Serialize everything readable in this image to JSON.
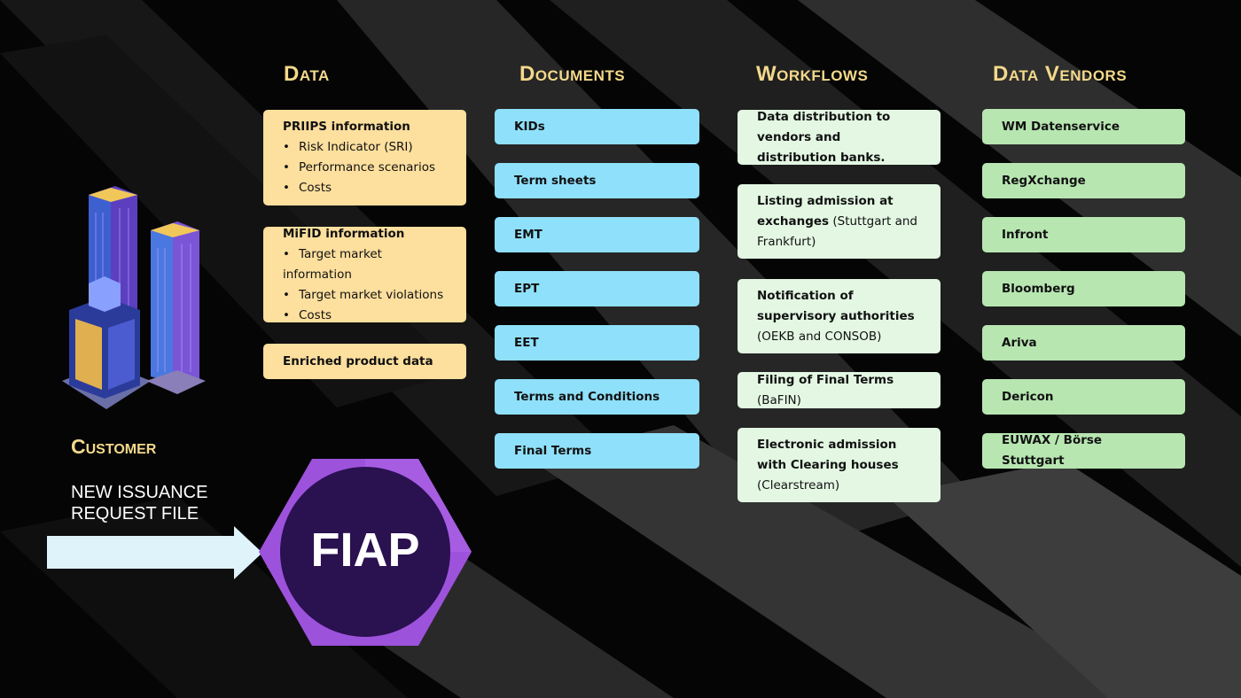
{
  "headers": {
    "data": "Data",
    "documents": "Documents",
    "workflows": "Workflows",
    "vendors": "Data Vendors"
  },
  "data": {
    "priips": {
      "title": "PRIIPS information",
      "items": [
        "Risk Indicator (SRI)",
        "Performance scenarios",
        "Costs"
      ]
    },
    "mifid": {
      "title": "MiFID information",
      "items": [
        "Target market information",
        "Target market violations",
        "Costs"
      ]
    },
    "enriched": "Enriched product data"
  },
  "documents": [
    "KIDs",
    "Term sheets",
    "EMT",
    "EPT",
    "EET",
    "Terms and Conditions",
    "Final Terms"
  ],
  "workflows": [
    {
      "bold": "Data distribution to vendors and distribution banks.",
      "rest": ""
    },
    {
      "bold": "Listing admission at exchanges",
      "rest": " (Stuttgart and Frankfurt)"
    },
    {
      "bold": "Notification of supervisory authorities",
      "rest": " (OEKB and CONSOB)"
    },
    {
      "bold": "Filing of Final Terms",
      "rest": " (BaFIN)"
    },
    {
      "bold": "Electronic admission with Clearing houses",
      "rest": " (Clearstream)"
    }
  ],
  "vendors": [
    "WM Datenservice",
    "RegXchange",
    "Infront",
    "Bloomberg",
    "Ariva",
    "Dericon",
    "EUWAX / Börse Stuttgart"
  ],
  "customer": {
    "title": "Customer",
    "request_line1": "NEW ISSUANCE",
    "request_line2": "REQUEST FILE"
  },
  "hub": {
    "label": "FIAP"
  },
  "colors": {
    "heading": "#f3d98a",
    "data": "#fddf9e",
    "documents": "#8fe0fb",
    "workflows": "#e3f7e3",
    "vendors": "#b7e6b1",
    "hub": "#9b4fd6"
  }
}
